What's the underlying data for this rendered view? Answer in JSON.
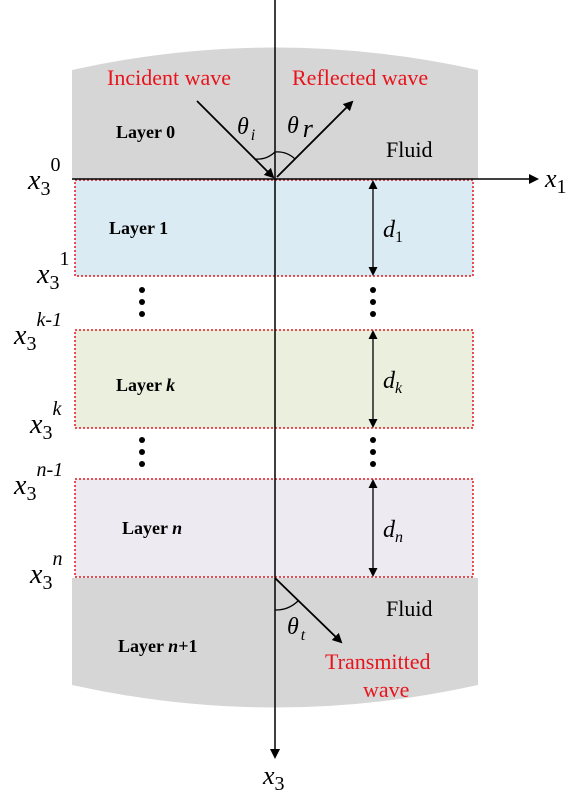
{
  "colors": {
    "fluid_fill": "#d6d6d6",
    "layer1_fill": "#daebf3",
    "layerk_fill": "#ebf0de",
    "layern_fill": "#edeaf2",
    "dotted_border": "#e8141c",
    "wave_text": "#e8141c",
    "lines": "#000000"
  },
  "labels": {
    "incident_wave": "Incident wave",
    "reflected_wave": "Reflected wave",
    "transmitted_wave_line1": "Transmitted",
    "transmitted_wave_line2": "wave",
    "fluid_top": "Fluid",
    "fluid_bottom": "Fluid"
  },
  "layers": {
    "layer0": {
      "prefix": "Layer ",
      "index": "0"
    },
    "layer1": {
      "prefix": "Layer ",
      "index": "1"
    },
    "layerk": {
      "prefix": "Layer ",
      "index": "k"
    },
    "layern": {
      "prefix": "Layer ",
      "index": "n"
    },
    "layern1": {
      "prefix": "Layer ",
      "index": "n",
      "suffix": "+1"
    }
  },
  "axes": {
    "x1": {
      "base": "x",
      "sub": "1"
    },
    "x3_bottom": {
      "base": "x",
      "sub": "3"
    }
  },
  "interfaces": {
    "i0": {
      "base": "x",
      "sub": "3",
      "sup": "0"
    },
    "i1": {
      "base": "x",
      "sub": "3",
      "sup": "1"
    },
    "ik1": {
      "base": "x",
      "sub": "3",
      "sup": "k-1"
    },
    "ik": {
      "base": "x",
      "sub": "3",
      "sup": "k"
    },
    "in1": {
      "base": "x",
      "sub": "3",
      "sup": "n-1"
    },
    "in": {
      "base": "x",
      "sub": "3",
      "sup": "n"
    }
  },
  "thicknesses": {
    "d1": {
      "base": "d",
      "sub": "1"
    },
    "dk": {
      "base": "d",
      "sub": "k"
    },
    "dn": {
      "base": "d",
      "sub": "n"
    }
  },
  "angles": {
    "theta_i": {
      "base": "θ",
      "sub": "i"
    },
    "theta_r": {
      "base": "θ",
      "sub": "r"
    },
    "theta_t": {
      "base": "θ",
      "sub": "t"
    }
  }
}
